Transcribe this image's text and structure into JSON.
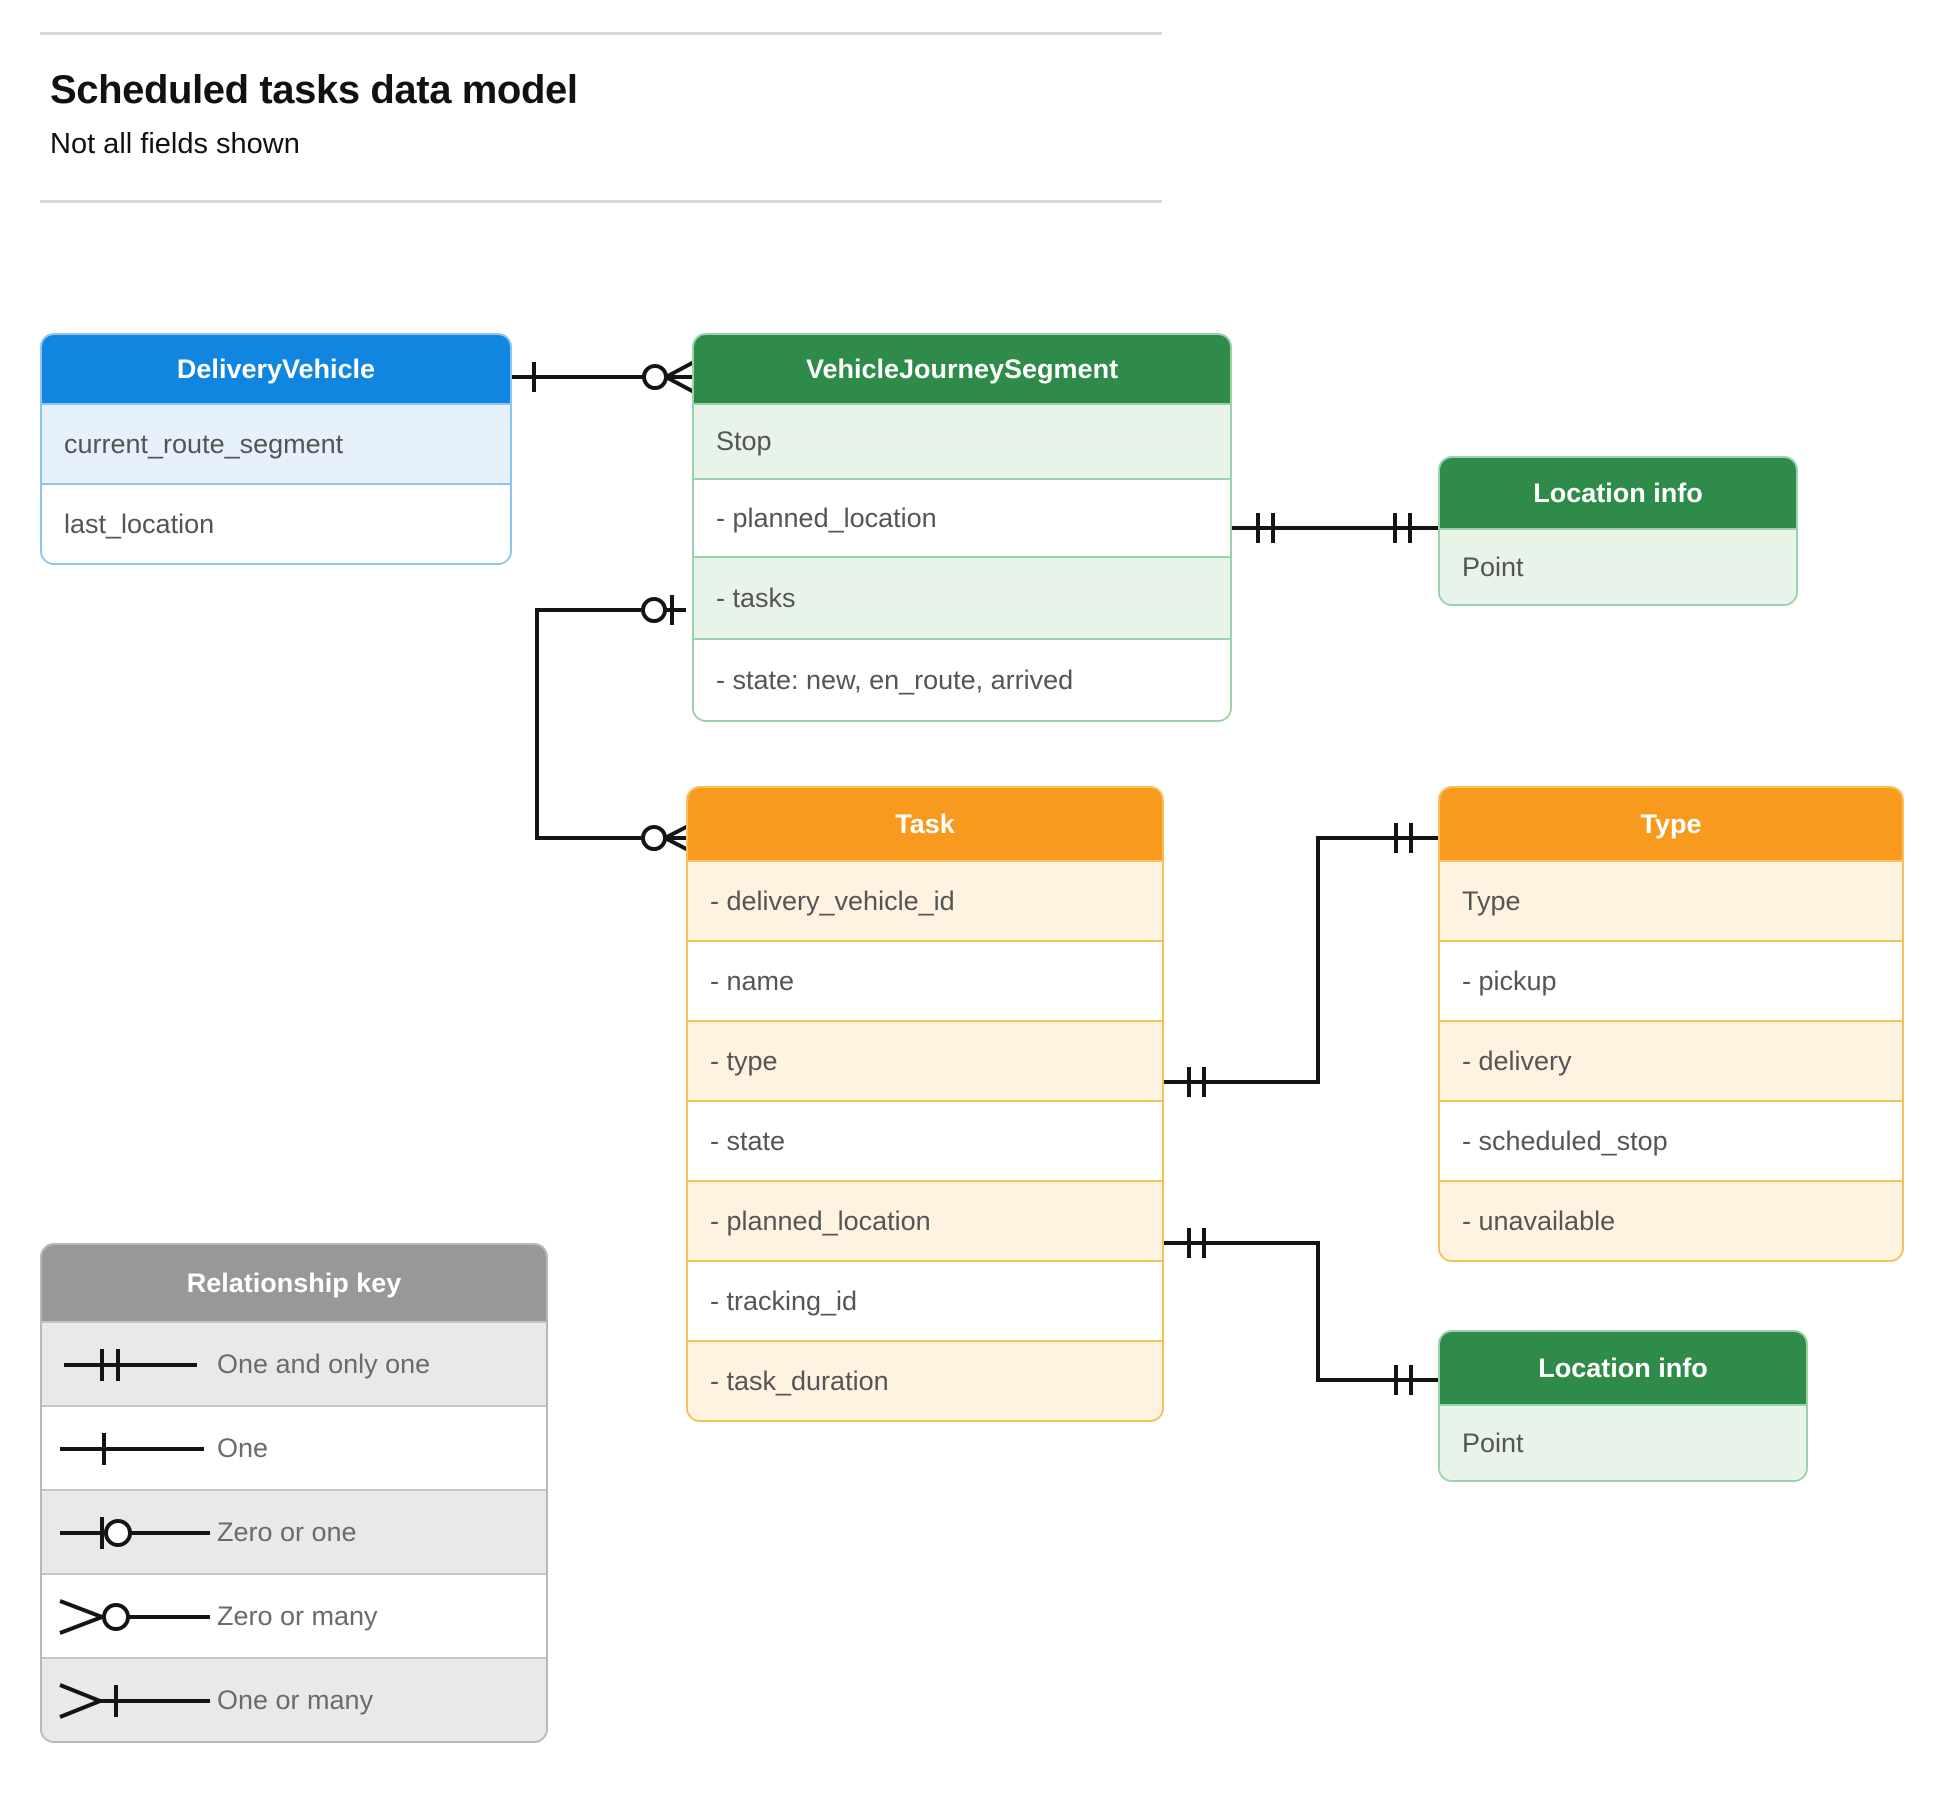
{
  "header": {
    "title": "Scheduled tasks data model",
    "subtitle": "Not all fields shown"
  },
  "entities": {
    "delivery_vehicle": {
      "title": "DeliveryVehicle",
      "color": "#1086e0",
      "rows": [
        "current_route_segment",
        "last_location"
      ]
    },
    "vehicle_journey_segment": {
      "title": "VehicleJourneySegment",
      "color": "#2e8b49",
      "rows": [
        "Stop",
        "-  planned_location",
        "- tasks",
        "- state: new, en_route, arrived"
      ]
    },
    "location_info_top": {
      "title": "Location info",
      "color": "#2e8b49",
      "rows": [
        "Point"
      ]
    },
    "task": {
      "title": "Task",
      "color": "#f79a1e",
      "rows": [
        "- delivery_vehicle_id",
        "- name",
        "- type",
        "- state",
        "- planned_location",
        "- tracking_id",
        "- task_duration"
      ]
    },
    "type": {
      "title": "Type",
      "color": "#f79a1e",
      "rows": [
        "Type",
        "-  pickup",
        "-  delivery",
        "-  scheduled_stop",
        "-  unavailable"
      ]
    },
    "location_info_bottom": {
      "title": "Location info",
      "color": "#2e8b49",
      "rows": [
        "Point"
      ]
    },
    "relationship_key": {
      "title": "Relationship key",
      "color": "#989898",
      "rows": [
        {
          "symbol": "one-and-only-one",
          "label": "One and only one"
        },
        {
          "symbol": "one",
          "label": "One"
        },
        {
          "symbol": "zero-or-one",
          "label": "Zero or one"
        },
        {
          "symbol": "zero-or-many",
          "label": "Zero or many"
        },
        {
          "symbol": "one-or-many",
          "label": "One or many"
        }
      ]
    }
  },
  "relationships": [
    {
      "from": "DeliveryVehicle",
      "from_cardinality": "one",
      "to": "VehicleJourneySegment",
      "to_cardinality": "zero-or-many"
    },
    {
      "from": "VehicleJourneySegment.planned_location",
      "from_cardinality": "one-and-only-one",
      "to": "Location info",
      "to_cardinality": "one-and-only-one"
    },
    {
      "from": "VehicleJourneySegment.tasks",
      "from_cardinality": "zero-or-one",
      "to": "Task",
      "to_cardinality": "zero-or-many"
    },
    {
      "from": "Task.type",
      "from_cardinality": "one-and-only-one",
      "to": "Type",
      "to_cardinality": "one-and-only-one"
    },
    {
      "from": "Task.planned_location",
      "from_cardinality": "one-and-only-one",
      "to": "Location info",
      "to_cardinality": "one-and-only-one"
    }
  ]
}
